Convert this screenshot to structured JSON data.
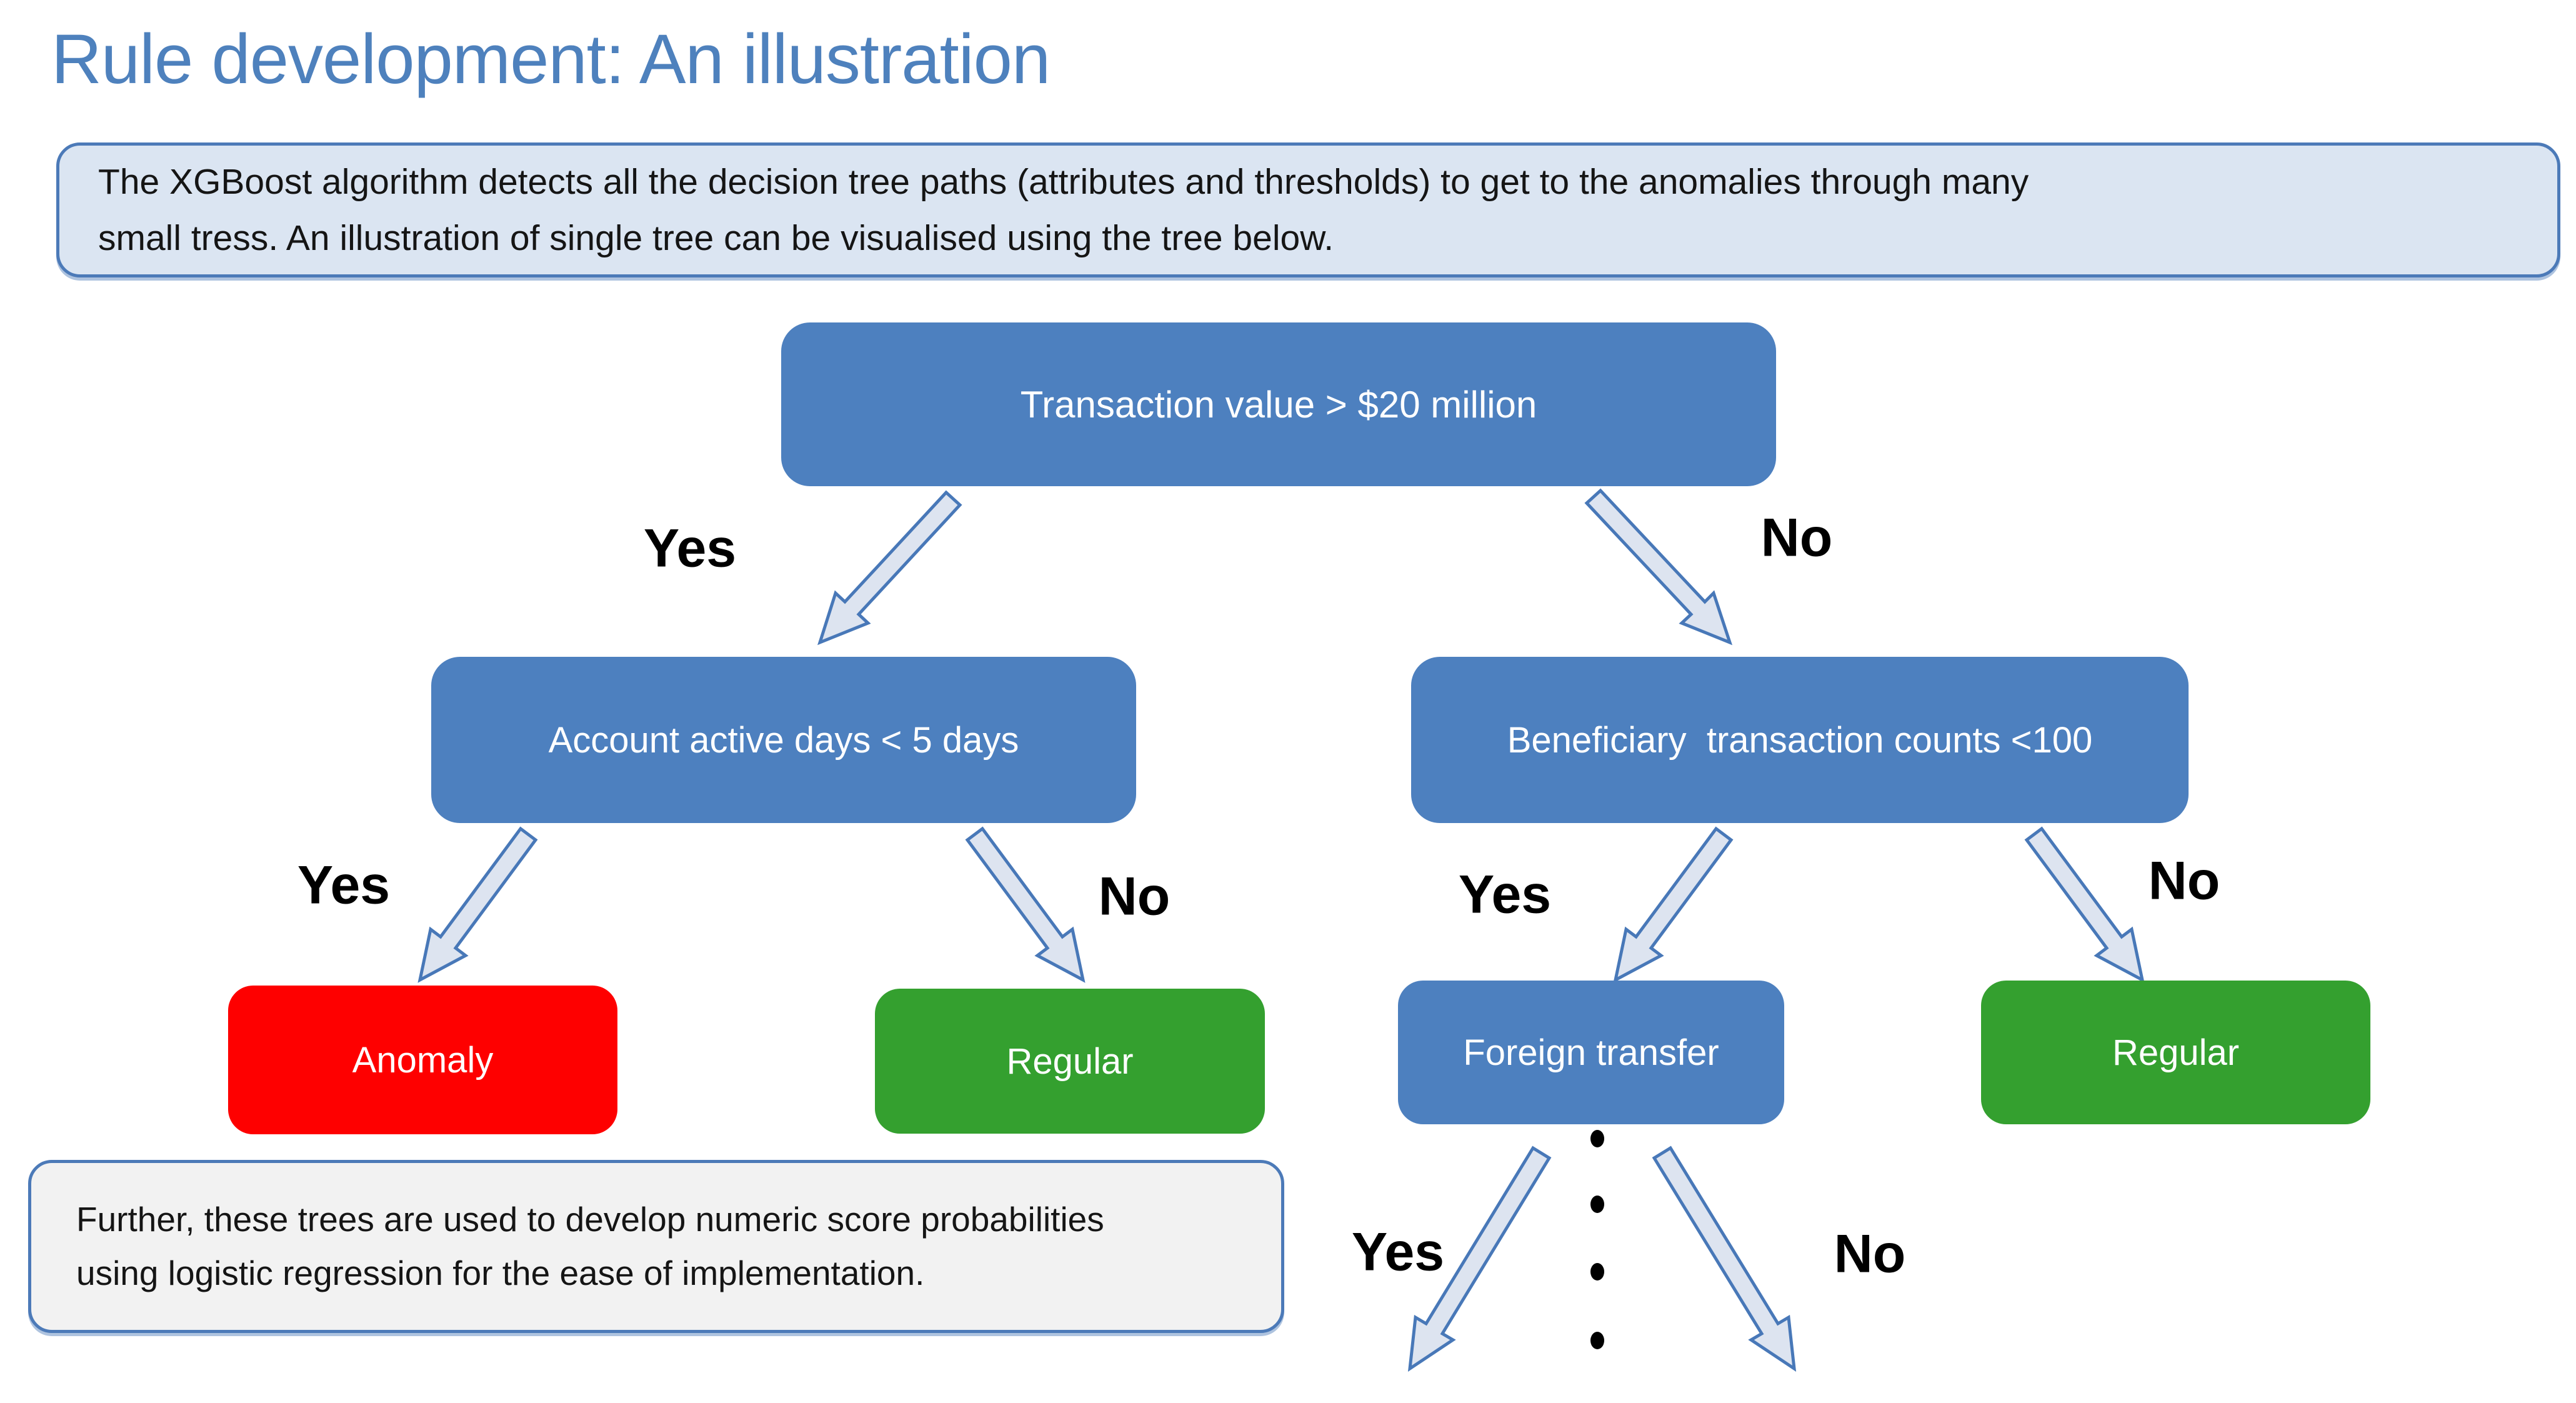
{
  "slide_title": "Rule development: An illustration",
  "intro_box": {
    "lines": [
      "The XGBoost algorithm detects all the decision tree paths (attributes and thresholds) to get to the anomalies through many",
      "small tress. An illustration of single tree can be visualised using the tree below."
    ]
  },
  "note_box": {
    "lines": [
      "Further, these trees are used to develop numeric score probabilities",
      "using logistic regression for the ease of implementation."
    ]
  },
  "tree": {
    "root": {
      "label": "Transaction value > $20 million"
    },
    "left_node": {
      "label": "Account active days < 5 days"
    },
    "right_node": {
      "label": "Beneficiary  transaction counts <100"
    },
    "leaf_anomaly": {
      "label": "Anomaly"
    },
    "leaf_regular_left": {
      "label": "Regular"
    },
    "leaf_foreign_transfer": {
      "label": "Foreign transfer"
    },
    "leaf_regular_right": {
      "label": "Regular"
    },
    "edges": {
      "root_yes": "Yes",
      "root_no": "No",
      "left_yes": "Yes",
      "left_no": "No",
      "right_yes": "Yes",
      "right_no": "No",
      "foreign_yes": "Yes",
      "foreign_no": "No"
    }
  },
  "colors": {
    "title_blue": "#4e81bd",
    "accent_blue": "#4d80bf",
    "anomaly_red": "#fe0000",
    "regular_green": "#34a02f",
    "intro_fill": "#dbe5f2",
    "note_fill": "#f2f2f2",
    "box_border": "#4c7ab8",
    "arrow_fill": "#dde4f0",
    "arrow_stroke": "#4878b8",
    "text_dark": "#151515",
    "node_text": "#ffffff"
  }
}
